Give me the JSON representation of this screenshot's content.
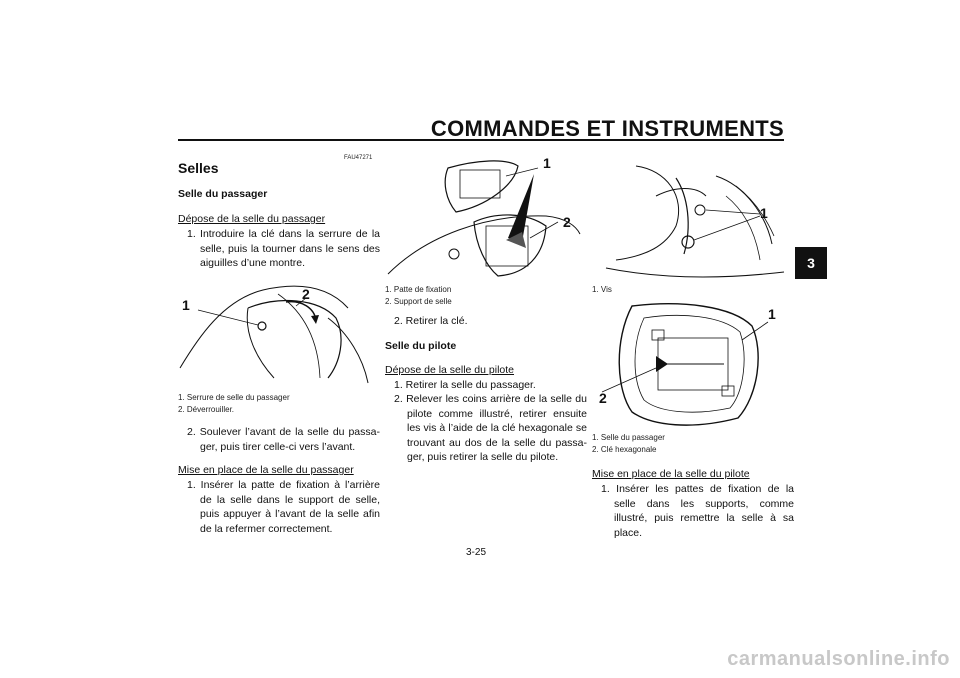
{
  "header": {
    "title": "COMMANDES ET INSTRUMENTS",
    "chapter": "3"
  },
  "col1": {
    "code": "FAU47271",
    "title": "Selles",
    "subtitle": "Selle du passager",
    "removal_heading": "Dépose de la selle du passager",
    "step1": "1. Introduire la clé dans la serrure de la selle, puis la tourner dans le sens des aiguilles d’une montre.",
    "fig_labels": [
      "1",
      "2"
    ],
    "captions": [
      "1. Serrure de selle du passager",
      "2. Déverrouiller."
    ],
    "step2": "2. Soulever l’avant de la selle du passa-ger, puis tirer celle-ci vers l’avant.",
    "install_heading": "Mise en place de la selle du passager",
    "install_step1": "1. Insérer la patte de fixation à l’arrière de la selle dans le support de selle, puis appuyer à l’avant de la selle afin de la refermer correctement."
  },
  "col2": {
    "fig_labels": [
      "1",
      "2"
    ],
    "captions": [
      "1. Patte de fixation",
      "2. Support de selle"
    ],
    "step2": "2. Retirer la clé.",
    "subtitle": "Selle du pilote",
    "removal_heading": "Dépose de la selle du pilote",
    "steps": [
      "1. Retirer la selle du passager.",
      "2. Relever les coins arrière de la selle du pilote comme illustré, retirer ensuite les vis à l’aide de la clé hexagonale se trouvant au dos de la selle du passa-ger, puis retirer la selle du pilote."
    ]
  },
  "col3": {
    "fig1_label": "1",
    "fig1_caption": "1. Vis",
    "fig2_labels": [
      "1",
      "2"
    ],
    "fig2_captions": [
      "1. Selle du passager",
      "2. Clé hexagonale"
    ],
    "install_heading": "Mise en place de la selle du pilote",
    "install_step1": "1. Insérer les pattes de fixation de la selle dans les supports, comme illustré, puis remettre la selle à sa place."
  },
  "page_number": "3-25",
  "footer": "carmanualsonline.info"
}
